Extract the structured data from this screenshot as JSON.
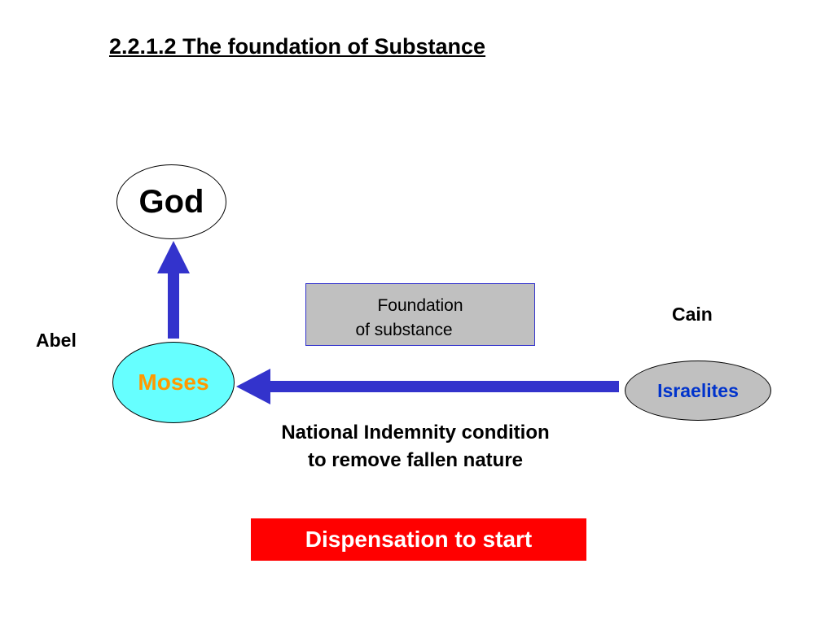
{
  "title": "2.2.1.2 The foundation of Substance",
  "nodes": {
    "god": {
      "label": "God"
    },
    "moses": {
      "label": "Moses",
      "fill": "#66ffff",
      "text_color": "#ff9900"
    },
    "israelites": {
      "label": "Israelites",
      "fill": "#c0c0c0",
      "text_color": "#0033cc"
    }
  },
  "labels": {
    "abel": "Abel",
    "cain": "Cain"
  },
  "foundation_box": {
    "line1": "Foundation",
    "line2": "of substance"
  },
  "indemnity_caption": {
    "line1": "National Indemnity condition",
    "line2": "to remove fallen nature"
  },
  "banner": {
    "label": "Dispensation to start",
    "background": "#ff0000"
  },
  "colors": {
    "arrow": "#3333cc"
  }
}
